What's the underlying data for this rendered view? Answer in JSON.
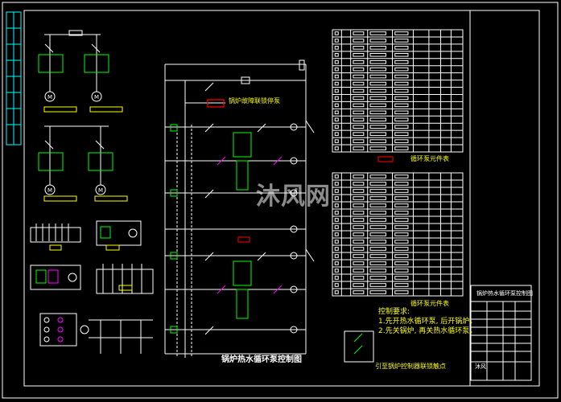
{
  "drawing": {
    "title": "锅炉热水循环泵控制图",
    "watermark": "沐风网",
    "motor_label": "M",
    "colors": {
      "background": "#000000",
      "frame": "#ffffff",
      "border_cyan": "#00ffff",
      "wire": "#ffffff",
      "component": "#00ff00",
      "contact": "#ff00ff",
      "text": "#ffff00",
      "highlight": "#ff0000"
    }
  },
  "annotations": {
    "interlock_label": "锅炉故障联锁停泵",
    "table1_caption": "循环泵元件表",
    "table2_caption": "循环泵元件表",
    "control_heading": "控制要求:",
    "control_req_1": "1.先开热水循环泵, 后开锅炉。",
    "control_req_2": "2.先关锅炉, 再关热水循环泵。",
    "small_diagram_label": "引至锅炉控制器联锁触点"
  },
  "title_block": {
    "name": "锅炉热水循环泵控制图",
    "stamp": "沐风"
  }
}
